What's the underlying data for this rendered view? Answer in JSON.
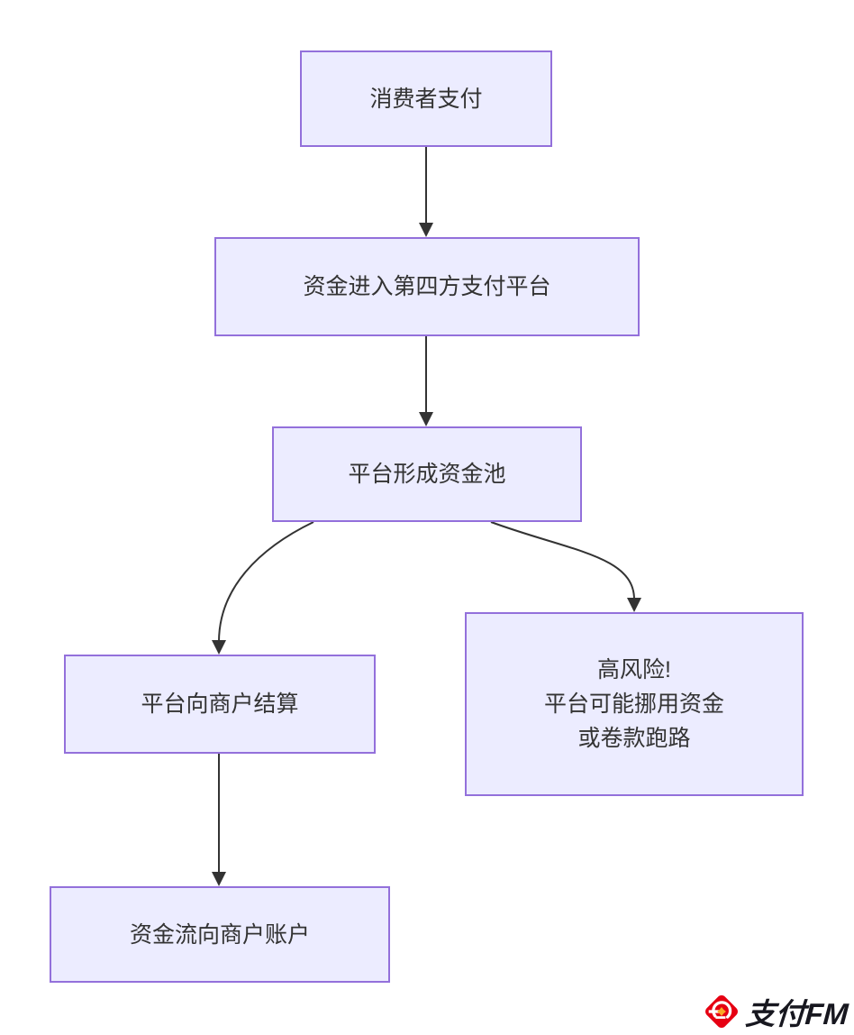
{
  "diagram": {
    "type": "flowchart",
    "direction": "top-down",
    "nodes": [
      {
        "id": "consumer-payment",
        "label": "消费者支付"
      },
      {
        "id": "funds-enter-platform",
        "label": "资金进入第四方支付平台"
      },
      {
        "id": "platform-capital-pool",
        "label": "平台形成资金池"
      },
      {
        "id": "platform-settles-merchants",
        "label": "平台向商户结算"
      },
      {
        "id": "high-risk-warning",
        "label": "高风险!\n平台可能挪用资金\n或卷款跑路"
      },
      {
        "id": "funds-to-merchant-account",
        "label": "资金流向商户账户"
      }
    ],
    "edges": [
      {
        "from": "consumer-payment",
        "to": "funds-enter-platform"
      },
      {
        "from": "funds-enter-platform",
        "to": "platform-capital-pool"
      },
      {
        "from": "platform-capital-pool",
        "to": "platform-settles-merchants"
      },
      {
        "from": "platform-capital-pool",
        "to": "high-risk-warning"
      },
      {
        "from": "platform-settles-merchants",
        "to": "funds-to-merchant-account"
      }
    ],
    "colors": {
      "node_fill": "#ECECFF",
      "node_border": "#9370DB",
      "arrow": "#333333",
      "text": "#333333",
      "background": "#ffffff"
    }
  },
  "logo": {
    "text": "支付FM",
    "icon": "payment-fm-logo-icon",
    "brand_red": "#E60012",
    "brand_gold": "#F9A825",
    "text_color": "#17171f"
  }
}
